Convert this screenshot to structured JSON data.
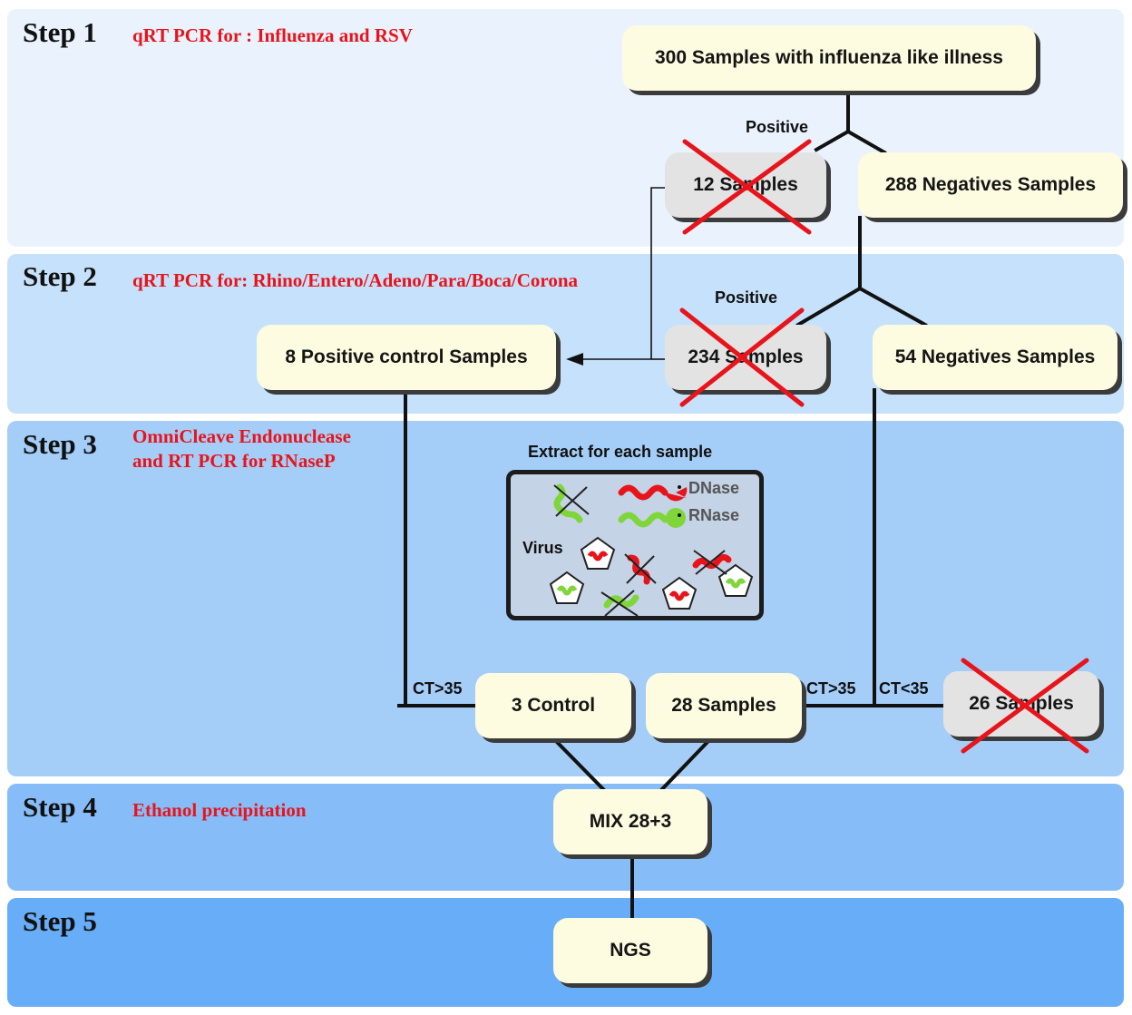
{
  "steps": [
    {
      "title": "Step 1",
      "description": "qRT PCR for : Influenza and RSV",
      "color": "#eaf3fd"
    },
    {
      "title": "Step 2",
      "description": "qRT PCR for: Rhino/Entero/Adeno/Para/Boca/Corona",
      "color": "#c6e1fb"
    },
    {
      "title": "Step 3",
      "description_line1": "OmniCleave Endonuclease",
      "description_line2": "and RT PCR for RNaseP",
      "color": "#a4cef8"
    },
    {
      "title": "Step 4",
      "description": "Ethanol precipitation",
      "color": "#86bdf8"
    },
    {
      "title": "Step 5",
      "description": "",
      "color": "#67adf7"
    }
  ],
  "nodes": {
    "start": "300 Samples with influenza like illness",
    "step1_positive": "12 Samples",
    "step1_negative": "288 Negatives Samples",
    "positive_control": "8 Positive control Samples",
    "step2_positive": "234 Samples",
    "step2_negative": "54 Negatives Samples",
    "control": "3 Control",
    "samples_28": "28 Samples",
    "samples_26": "26 Samples",
    "mix": "MIX 28+3",
    "ngs": "NGS"
  },
  "edge_labels": {
    "positive_1": "Positive",
    "positive_2": "Positive",
    "ct_control": "CT>35",
    "ct_samples_gt": "CT>35",
    "ct_samples_lt": "CT<35"
  },
  "extract": {
    "title": "Extract for each sample",
    "dnase": "DNase",
    "rnase": "RNase",
    "virus": "Virus"
  },
  "colors": {
    "step_text": "#e8141b",
    "cross": "#e8141b",
    "node_fill": "#fdfbe0",
    "node_rejected": "#e3e3e3",
    "rna_red": "#e8141b",
    "rna_green": "#7fd63a"
  }
}
